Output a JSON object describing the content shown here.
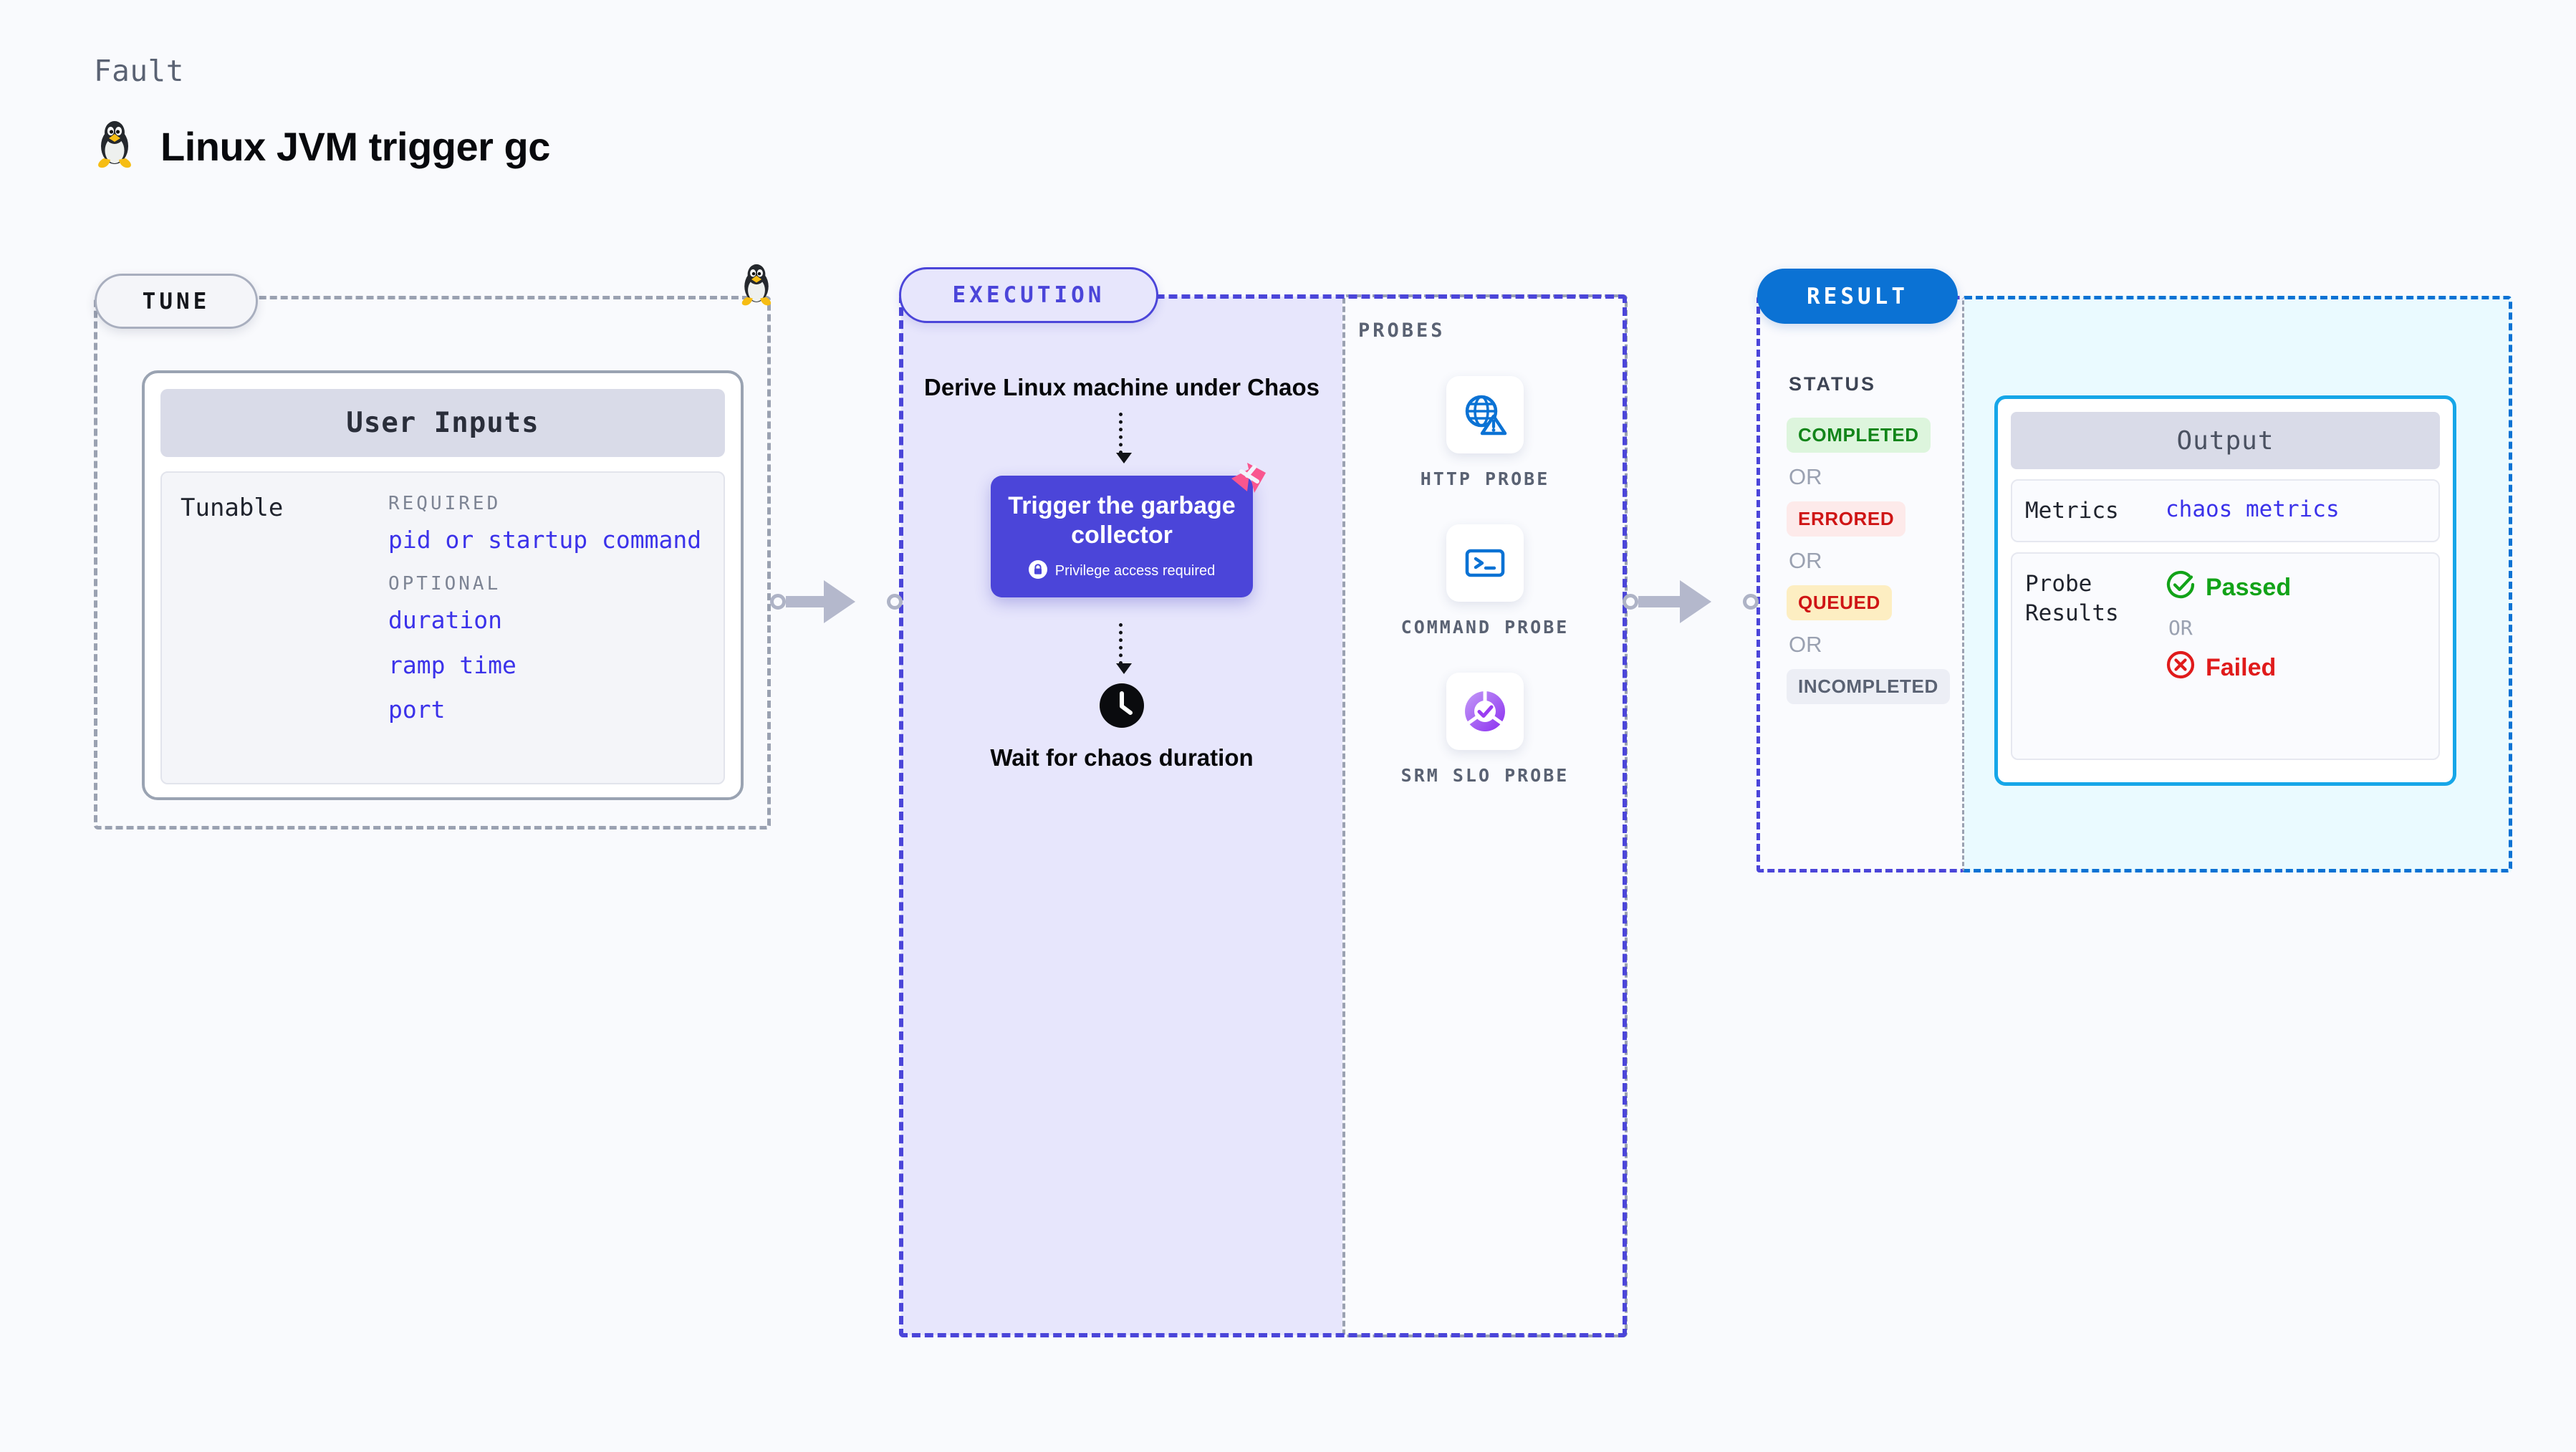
{
  "header": {
    "kicker": "Fault",
    "title": "Linux JVM trigger gc",
    "os_icon": "linux-penguin-icon"
  },
  "tune": {
    "pill_label": "TUNE",
    "card_title": "User Inputs",
    "tunable_label": "Tunable",
    "groups": [
      {
        "heading": "REQUIRED",
        "items": [
          "pid or startup command"
        ]
      },
      {
        "heading": "OPTIONAL",
        "items": [
          "duration",
          "ramp time",
          "port"
        ]
      }
    ]
  },
  "execution": {
    "pill_label": "EXECUTION",
    "step_derive": "Derive Linux machine under Chaos",
    "card_title": "Trigger the garbage collector",
    "card_note": "Privilege access required",
    "card_badge_icon": "chaos-triangle-icon",
    "step_wait": "Wait for chaos duration",
    "wait_icon": "clock-icon"
  },
  "probes": {
    "section_label": "PROBES",
    "items": [
      {
        "name": "HTTP PROBE",
        "icon": "globe-warning-icon"
      },
      {
        "name": "COMMAND PROBE",
        "icon": "terminal-icon"
      },
      {
        "name": "SRM SLO PROBE",
        "icon": "slo-donut-check-icon"
      }
    ]
  },
  "result": {
    "pill_label": "RESULT",
    "status_label": "STATUS",
    "or_label": "OR",
    "statuses": [
      {
        "label": "COMPLETED",
        "variant": "completed"
      },
      {
        "label": "ERRORED",
        "variant": "errored"
      },
      {
        "label": "QUEUED",
        "variant": "queued"
      },
      {
        "label": "INCOMPLETED",
        "variant": "incompleted"
      }
    ],
    "output": {
      "title": "Output",
      "metrics_key": "Metrics",
      "metrics_value": "chaos metrics",
      "probe_key": "Probe Results",
      "passed_label": "Passed",
      "failed_label": "Failed",
      "or_label": "OR",
      "passed_icon": "check-circle-icon",
      "failed_icon": "x-circle-icon"
    }
  },
  "colors": {
    "page_bg": "#f9fafd",
    "accent_indigo": "#4b45d9",
    "accent_blue": "#0b72d4",
    "accent_cyan": "#16a6e8",
    "link_blue": "#3b32ea",
    "pink_badge": "#f9568f",
    "pass_green": "#12a318",
    "fail_red": "#e01b1b",
    "muted_gray": "#9aa1b1"
  }
}
